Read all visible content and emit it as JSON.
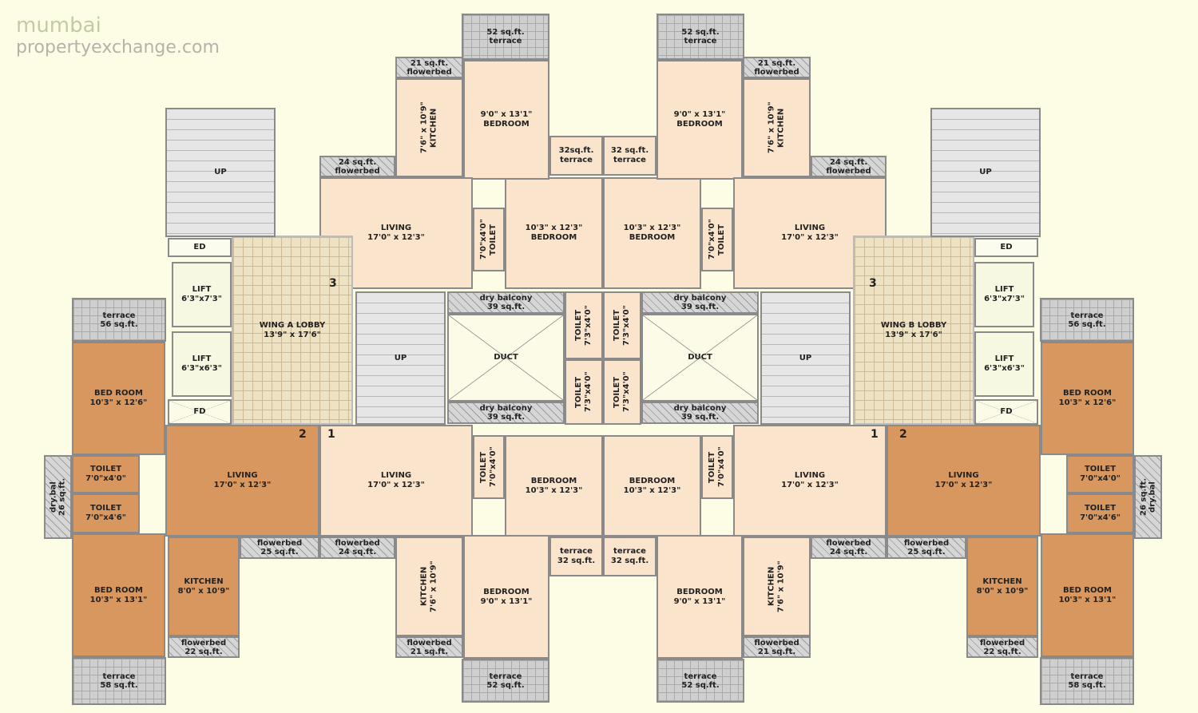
{
  "watermark": {
    "line1": "mumbai",
    "line2": "propertyexchange.com"
  },
  "left": {
    "stair_top": {
      "name": "UP",
      "size": ""
    },
    "ed": {
      "name": "ED",
      "size": ""
    },
    "lift1": {
      "name": "LIFT",
      "size": "6'3\"x7'3\""
    },
    "lift2": {
      "name": "LIFT",
      "size": "6'3\"x6'3\""
    },
    "fd": {
      "name": "FD",
      "size": ""
    },
    "lobby": {
      "name": "WING A LOBBY",
      "size": "13'9\" x 17'6\""
    },
    "terrace_56": {
      "name": "terrace",
      "size": "56 sq.ft."
    },
    "bed_2a": {
      "name": "BED ROOM",
      "size": "10'3\" x 12'6\""
    },
    "toilet_2a": {
      "name": "TOILET",
      "size": "7'0\"x4'0\""
    },
    "toilet_2b": {
      "name": "TOILET",
      "size": "7'0\"x4'6\""
    },
    "drybal_26": {
      "name": "dry.bal",
      "size": "26 sq.ft."
    },
    "bed_2b": {
      "name": "BED ROOM",
      "size": "10'3\" x 13'1\""
    },
    "terrace_58": {
      "name": "terrace",
      "size": "58 sq.ft."
    },
    "living_2": {
      "name": "LIVING",
      "size": "17'0\" x 12'3\""
    },
    "kitchen_2": {
      "name": "KITCHEN",
      "size": "8'0\" x 10'9\""
    },
    "flower_22": {
      "name": "flowerbed",
      "size": "22 sq.ft."
    },
    "flower_25": {
      "name": "flowerbed",
      "size": "25 sq.ft."
    },
    "living_1": {
      "name": "LIVING",
      "size": "17'0\" x 12'3\""
    },
    "flower_24b": {
      "name": "flowerbed",
      "size": "24 sq.ft."
    },
    "kitchen_1": {
      "name": "KITCHEN",
      "size": "7'6\" x 10'9\""
    },
    "flower_21b": {
      "name": "flowerbed",
      "size": "21 sq.ft."
    },
    "bed_1b": {
      "name": "BEDROOM",
      "size": "9'0\" x 13'1\""
    },
    "terrace_52b": {
      "name": "terrace",
      "size": "52 sq.ft."
    },
    "terrace_32b": {
      "name": "terrace",
      "size": "32 sq.ft."
    },
    "bed_1a": {
      "name": "BEDROOM",
      "size": "10'3\" x 12'3\""
    },
    "toilet_1": {
      "name": "TOILET",
      "size": "7'0\"x4'0\""
    },
    "stair_center": {
      "name": "UP",
      "size": ""
    },
    "drybal_top": {
      "name": "dry balcony",
      "size": "39 sq.ft."
    },
    "duct": {
      "name": "DUCT",
      "size": ""
    },
    "drybal_bot": {
      "name": "dry balcony",
      "size": "39 sq.ft."
    },
    "ctoilet_top": {
      "name": "TOILET",
      "size": "7'3\"x4'0\""
    },
    "ctoilet_bot": {
      "name": "TOILET",
      "size": "7'3\"x4'0\""
    },
    "living_3": {
      "name": "LIVING",
      "size": "17'0\" x 12'3\""
    },
    "flower_24t": {
      "name": "24 sq.ft.",
      "size": "flowerbed"
    },
    "kitchen_3": {
      "name": "7'6\" x 10'9\"",
      "size": "KITCHEN"
    },
    "flower_21t": {
      "name": "21 sq.ft.",
      "size": "flowerbed"
    },
    "bed_3b": {
      "name": "9'0\" x 13'1\"",
      "size": "BEDROOM"
    },
    "terrace_52t": {
      "name": "52 sq.ft.",
      "size": "terrace"
    },
    "terrace_32t": {
      "name": "32sq.ft.",
      "size": "terrace"
    },
    "bed_3a": {
      "name": "10'3\" x 12'3\"",
      "size": "BEDROOM"
    },
    "toilet_3": {
      "name": "7'0\"x4'0\"",
      "size": "TOILET"
    },
    "units": {
      "u3": "3",
      "u2": "2",
      "u1": "1"
    }
  },
  "right": {
    "stair_top": {
      "name": "UP",
      "size": ""
    },
    "ed": {
      "name": "ED",
      "size": ""
    },
    "lift1": {
      "name": "LIFT",
      "size": "6'3\"x7'3\""
    },
    "lift2": {
      "name": "LIFT",
      "size": "6'3\"x6'3\""
    },
    "fd": {
      "name": "FD",
      "size": ""
    },
    "lobby": {
      "name": "WING B LOBBY",
      "size": "13'9\" x 17'6\""
    },
    "terrace_56": {
      "name": "terrace",
      "size": "56 sq.ft."
    },
    "bed_2a": {
      "name": "BED ROOM",
      "size": "10'3\" x 12'6\""
    },
    "toilet_2a": {
      "name": "TOILET",
      "size": "7'0\"x4'0\""
    },
    "toilet_2b": {
      "name": "TOILET",
      "size": "7'0\"x4'6\""
    },
    "drybal_26": {
      "name": "26 sq.ft.",
      "size": "dry.bal"
    },
    "bed_2b": {
      "name": "BED ROOM",
      "size": "10'3\" x 13'1\""
    },
    "terrace_58": {
      "name": "terrace",
      "size": "58 sq.ft."
    },
    "living_2": {
      "name": "LIVING",
      "size": "17'0\" x 12'3\""
    },
    "kitchen_2": {
      "name": "KITCHEN",
      "size": "8'0\" x 10'9\""
    },
    "flower_22": {
      "name": "flowerbed",
      "size": "22 sq.ft."
    },
    "flower_25": {
      "name": "flowerbed",
      "size": "25 sq.ft."
    },
    "living_1": {
      "name": "LIVING",
      "size": "17'0\" x 12'3\""
    },
    "flower_24b": {
      "name": "flowerbed",
      "size": "24 sq.ft."
    },
    "kitchen_1": {
      "name": "KITCHEN",
      "size": "7'6\" x 10'9\""
    },
    "flower_21b": {
      "name": "flowerbed",
      "size": "21 sq.ft."
    },
    "bed_1b": {
      "name": "BEDROOM",
      "size": "9'0\" x 13'1\""
    },
    "terrace_52b": {
      "name": "terrace",
      "size": "52 sq.ft."
    },
    "terrace_32b": {
      "name": "terrace",
      "size": "32 sq.ft."
    },
    "bed_1a": {
      "name": "BEDROOM",
      "size": "10'3\" x 12'3\""
    },
    "toilet_1": {
      "name": "TOILET",
      "size": "7'0\"x4'0\""
    },
    "stair_center": {
      "name": "UP",
      "size": ""
    },
    "drybal_top": {
      "name": "dry balcony",
      "size": "39 sq.ft."
    },
    "duct": {
      "name": "DUCT",
      "size": ""
    },
    "drybal_bot": {
      "name": "dry balcony",
      "size": "39 sq.ft."
    },
    "ctoilet_top": {
      "name": "TOILET",
      "size": "7'3\"x4'0\""
    },
    "ctoilet_bot": {
      "name": "TOILET",
      "size": "7'3\"x4'0\""
    },
    "living_3": {
      "name": "LIVING",
      "size": "17'0\" x 12'3\""
    },
    "flower_24t": {
      "name": "24 sq.ft.",
      "size": "flowerbed"
    },
    "kitchen_3": {
      "name": "7'6\" x 10'9\"",
      "size": "KITCHEN"
    },
    "flower_21t": {
      "name": "21 sq.ft.",
      "size": "flowerbed"
    },
    "bed_3b": {
      "name": "9'0\" x 13'1\"",
      "size": "BEDROOM"
    },
    "terrace_52t": {
      "name": "52 sq.ft.",
      "size": "terrace"
    },
    "terrace_32t": {
      "name": "32 sq.ft.",
      "size": "terrace"
    },
    "bed_3a": {
      "name": "10'3\" x 12'3\"",
      "size": "BEDROOM"
    },
    "toilet_3": {
      "name": "7'0\"x4'0\"",
      "size": "TOILET"
    },
    "units": {
      "u3": "3",
      "u2": "2",
      "u1": "1"
    }
  }
}
